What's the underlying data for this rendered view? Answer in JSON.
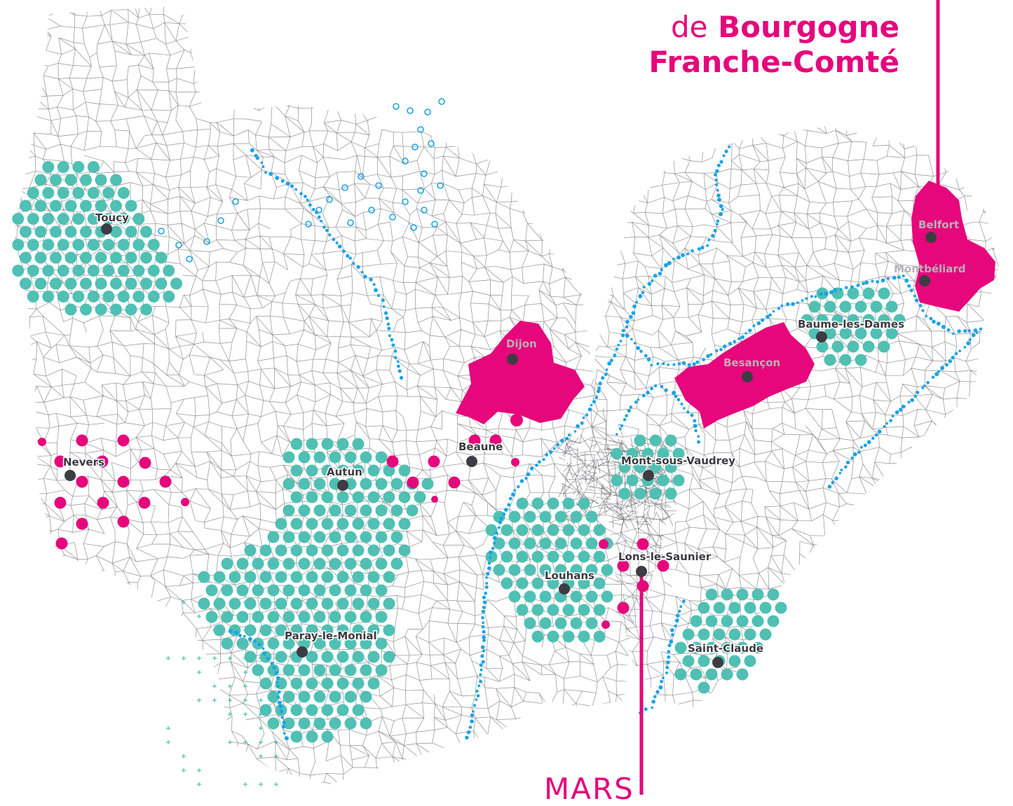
{
  "title": {
    "line1_prefix": "de",
    "line1_main": "Bourgogne",
    "line2": "Franche-Comté"
  },
  "footer_label": "MARS",
  "colors": {
    "accent": "#e5077b",
    "teal_dots": "#4fc0b3",
    "river": "#1aa3e8",
    "network": "#6b6b70",
    "city_marker": "#3d3c42"
  },
  "cities": [
    {
      "name": "Toucy"
    },
    {
      "name": "Dijon"
    },
    {
      "name": "Beaune"
    },
    {
      "name": "Nevers"
    },
    {
      "name": "Autun"
    },
    {
      "name": "Mont-sous-Vaudrey"
    },
    {
      "name": "Besançon"
    },
    {
      "name": "Baume-les-Dames"
    },
    {
      "name": "Belfort"
    },
    {
      "name": "Montbéliard"
    },
    {
      "name": "Lons-le-Saunier"
    },
    {
      "name": "Louhans"
    },
    {
      "name": "Paray-le-Monial"
    },
    {
      "name": "Saint-Claude"
    }
  ]
}
